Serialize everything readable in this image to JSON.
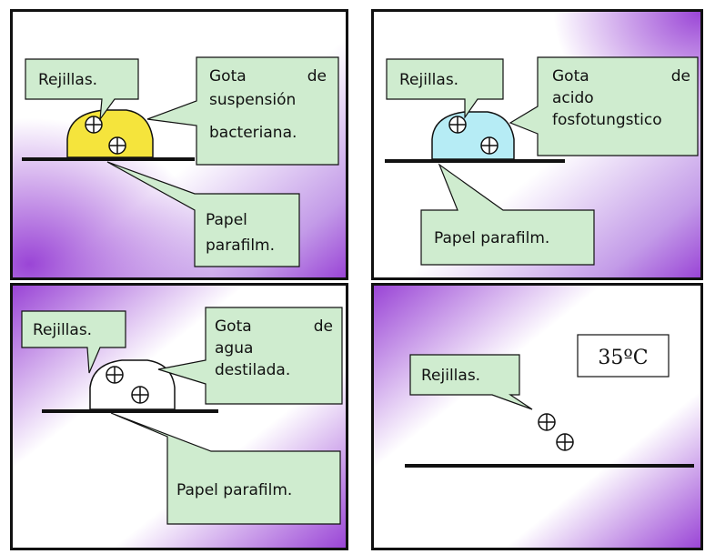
{
  "panels": [
    {
      "grids_label": "Rejillas.",
      "drop_label_lines": [
        "Gota",
        "de",
        "suspensión",
        "bacteriana."
      ],
      "paper_label_lines": [
        "Papel",
        "parafilm."
      ],
      "drop_color": "#f5e43c"
    },
    {
      "grids_label": "Rejillas.",
      "drop_label_lines": [
        "Gota",
        "de",
        "acido",
        "fosfotungstico"
      ],
      "paper_label": "Papel parafilm.",
      "drop_color": "#b6ecf5"
    },
    {
      "grids_label": "Rejillas.",
      "drop_label_lines": [
        "Gota",
        "de",
        "agua",
        "destilada."
      ],
      "paper_label": "Papel parafilm.",
      "drop_color": "#ffffff"
    },
    {
      "grids_label": "Rejillas.",
      "temperature": "35ºC"
    }
  ],
  "colors": {
    "callout": "#cfeccf",
    "gradient_purple": "#9a45d6",
    "gradient_white": "#ffffff"
  },
  "icons": [
    "grid-icon"
  ]
}
